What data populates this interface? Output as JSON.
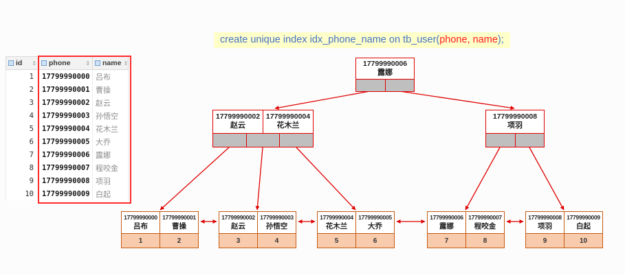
{
  "sql": {
    "segment_main": "create unique index idx_phone_name on tb_user(",
    "segment_columns": "phone, name",
    "segment_end": ");"
  },
  "table": {
    "columns": [
      "id",
      "phone",
      "name"
    ],
    "rows": [
      {
        "id": "1",
        "phone": "17799990000",
        "name": "吕布"
      },
      {
        "id": "2",
        "phone": "17799990001",
        "name": "曹操"
      },
      {
        "id": "3",
        "phone": "17799990002",
        "name": "赵云"
      },
      {
        "id": "4",
        "phone": "17799990003",
        "name": "孙悟空"
      },
      {
        "id": "5",
        "phone": "17799990004",
        "name": "花木兰"
      },
      {
        "id": "6",
        "phone": "17799990005",
        "name": "大乔"
      },
      {
        "id": "7",
        "phone": "17799990006",
        "name": "露娜"
      },
      {
        "id": "8",
        "phone": "17799990007",
        "name": "程咬金"
      },
      {
        "id": "9",
        "phone": "17799990008",
        "name": "项羽"
      },
      {
        "id": "10",
        "phone": "17799990009",
        "name": "白起"
      }
    ]
  },
  "tree": {
    "root": {
      "phone": "17799990006",
      "name": "露娜"
    },
    "internal_left": {
      "keys": [
        {
          "phone": "17799990002",
          "name": "赵云"
        },
        {
          "phone": "17799990004",
          "name": "花木兰"
        }
      ]
    },
    "internal_right": {
      "keys": [
        {
          "phone": "17799990008",
          "name": "项羽"
        }
      ]
    },
    "leaves": [
      {
        "entries": [
          {
            "phone": "17799990000",
            "name": "吕布",
            "id": "1"
          },
          {
            "phone": "17799990001",
            "name": "曹操",
            "id": "2"
          }
        ]
      },
      {
        "entries": [
          {
            "phone": "17799990002",
            "name": "赵云",
            "id": "3"
          },
          {
            "phone": "17799990003",
            "name": "孙悟空",
            "id": "4"
          }
        ]
      },
      {
        "entries": [
          {
            "phone": "17799990004",
            "name": "花木兰",
            "id": "5"
          },
          {
            "phone": "17799990005",
            "name": "大乔",
            "id": "6"
          }
        ]
      },
      {
        "entries": [
          {
            "phone": "17799990006",
            "name": "露娜",
            "id": "7"
          },
          {
            "phone": "17799990007",
            "name": "程咬金",
            "id": "8"
          }
        ]
      },
      {
        "entries": [
          {
            "phone": "17799990008",
            "name": "项羽",
            "id": "9"
          },
          {
            "phone": "17799990009",
            "name": "白起",
            "id": "10"
          }
        ]
      }
    ]
  },
  "icons": {
    "column_icon": "column-grid-icon",
    "sort_glyph": "⇕"
  },
  "colors": {
    "connector_red": "#e00000",
    "pointer_cell_gray": "#bfbfbf",
    "leaf_fill_orange": "#f8cbad",
    "leaf_border_orange": "#c55a11",
    "sql_text_blue": "#4472c4",
    "sql_text_red": "#ff1a1a",
    "sql_background_yellow": "#ffffc9",
    "column_highlight_red": "#ff2a2a"
  }
}
